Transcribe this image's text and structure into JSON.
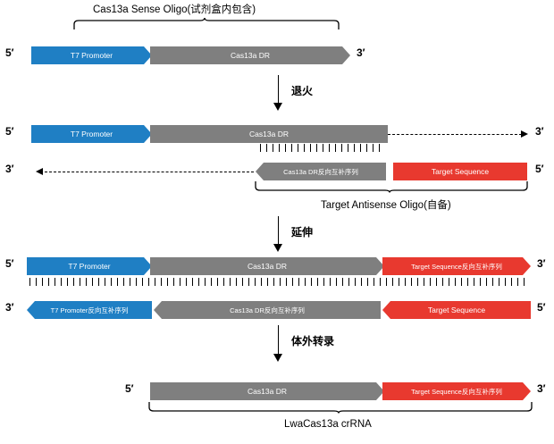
{
  "diagram": {
    "title_top": "Cas13a Sense Oligo(试剂盒内包含)",
    "title_bottom": "LwaCas13a crRNA",
    "label_target_antisense": "Target Antisense Oligo(自备)",
    "steps": {
      "anneal": "退火",
      "extend": "延伸",
      "transcribe": "体外转录"
    },
    "primes": {
      "five": "5′",
      "three": "3′"
    },
    "segments": {
      "t7_promoter": "T7 Promoter",
      "cas13a_dr": "Cas13a DR",
      "cas13a_dr_rc": "Cas13a DR反向互补序列",
      "target_sequence": "Target Sequence",
      "target_sequence_rc": "Target Sequence反向互补序列",
      "t7_promoter_rc": "T7 Promoter反向互补序列"
    },
    "colors": {
      "blue": "#1f7fc4",
      "gray": "#7f7f7f",
      "red": "#e8392f",
      "black": "#000000",
      "background": "#ffffff"
    }
  }
}
